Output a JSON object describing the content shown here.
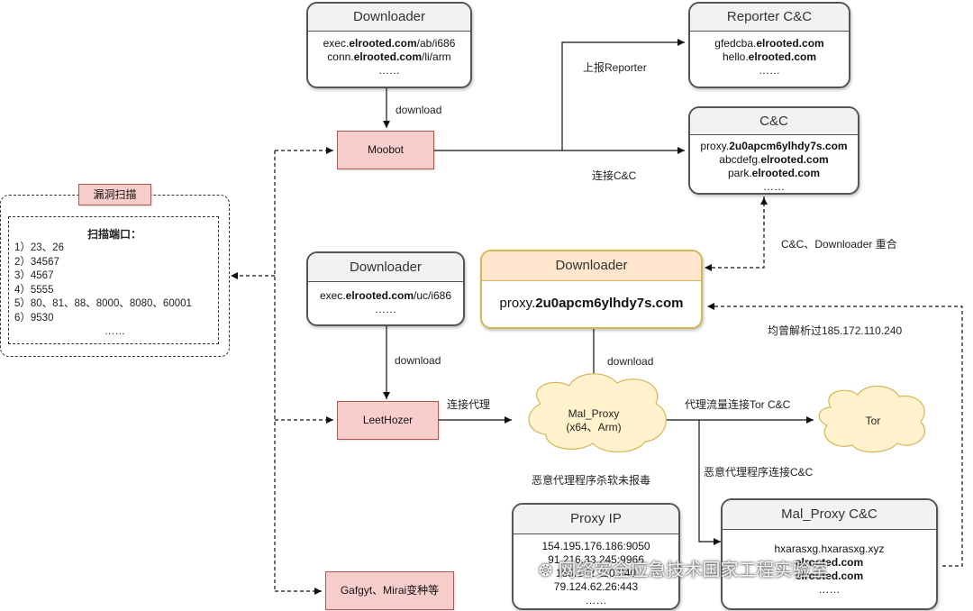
{
  "scan": {
    "title": "漏洞扫描",
    "heading": "扫描端口：",
    "ports": [
      "1）23、26",
      "2）34567",
      "3）4567",
      "4）5555",
      "5）80、81、88、8000、8080、60001",
      "6）9530",
      "……"
    ]
  },
  "downloader1": {
    "title": "Downloader",
    "lines": [
      {
        "pre": "exec.",
        "bold": "elrooted.com",
        "post": "/ab/i686"
      },
      {
        "pre": "conn.",
        "bold": "elrooted.com",
        "post": "/li/arm"
      },
      {
        "pre": "……",
        "bold": "",
        "post": ""
      }
    ]
  },
  "reporter": {
    "title": "Reporter C&C",
    "lines": [
      {
        "pre": "gfedcba.",
        "bold": "elrooted.com",
        "post": ""
      },
      {
        "pre": "hello.",
        "bold": "elrooted.com",
        "post": ""
      },
      {
        "pre": "……",
        "bold": "",
        "post": ""
      }
    ]
  },
  "cnc": {
    "title": "C&C",
    "lines": [
      {
        "pre": "proxy.",
        "bold": "2u0apcm6ylhdy7s.com",
        "post": ""
      },
      {
        "pre": "abcdefg.",
        "bold": "elrooted.com",
        "post": ""
      },
      {
        "pre": "park.",
        "bold": "elrooted.com",
        "post": ""
      },
      {
        "pre": "……",
        "bold": "",
        "post": ""
      }
    ]
  },
  "downloader2": {
    "title": "Downloader",
    "lines": [
      {
        "pre": "exec.",
        "bold": "elrooted.com",
        "post": "/uc/i686"
      },
      {
        "pre": "……",
        "bold": "",
        "post": ""
      }
    ]
  },
  "downloader3": {
    "title": "Downloader",
    "line": {
      "pre": "proxy.",
      "bold": "2u0apcm6ylhdy7s.com"
    }
  },
  "proxy_ip": {
    "title": "Proxy IP",
    "lines": [
      "154.195.176.186:9050",
      "91.216.33.245:9966",
      "185.172.110.240",
      "79.124.62.26:443",
      "……"
    ]
  },
  "mal_cnc": {
    "title": "Mal_Proxy C&C",
    "lines": [
      {
        "pre": "hxarasxg.hxarasxg.xyz",
        "bold": "",
        "post": ""
      },
      {
        "pre": "",
        "bold": "elrooted.com",
        "post": ""
      },
      {
        "pre": "",
        "bold": "elrooted.com",
        "post": ""
      },
      {
        "pre": "……",
        "bold": "",
        "post": ""
      }
    ]
  },
  "nodes": {
    "moobot": "Moobot",
    "leethozer": "LeetHozer",
    "gafgyt": "Gafgyt、Mirai变种等"
  },
  "clouds": {
    "mal_proxy": [
      "Mal_Proxy",
      "(x64、Arm)"
    ],
    "tor": "Tor"
  },
  "labels": {
    "download1": "download",
    "download2": "download",
    "download3": "download",
    "report": "上报Reporter",
    "connect_cnc": "连接C&C",
    "overlap": "C&C、Downloader 重合",
    "resolved": "均曾解析过185.172.110.240",
    "connect_proxy": "连接代理",
    "proxy_tor": "代理流量连接Tor C&C",
    "proxy_cnc": "恶意代理程序连接C&C",
    "av": "恶意代理程序杀软未报毒"
  },
  "watermark": "网络安全应急技术国家工程实验室",
  "colors": {
    "pink_fill": "#f8cecc",
    "pink_border": "#b85450",
    "gold_fill": "#ffe6cc",
    "gold_border": "#d6b656",
    "cloud_fill": "#fff2cc"
  }
}
